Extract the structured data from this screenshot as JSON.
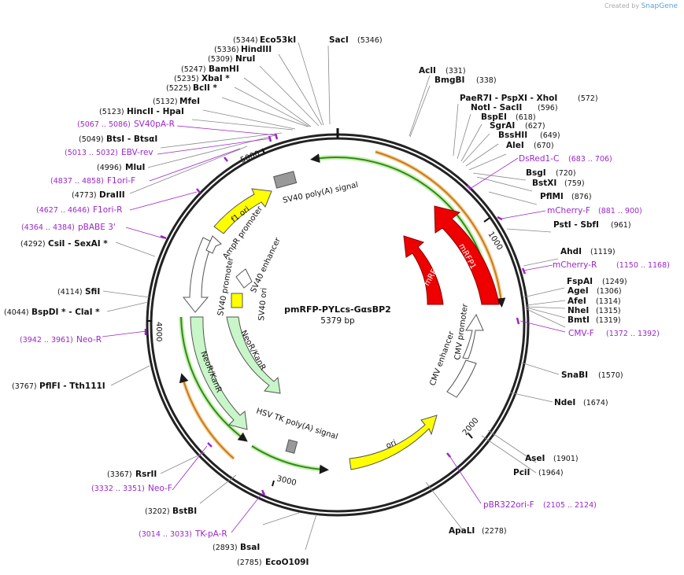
{
  "credit": {
    "prefix": "Created by",
    "brand": "SnapGene"
  },
  "plasmid": {
    "name": "pmRFP-PYLcs-GαsBP2",
    "length": "5379 bp"
  },
  "ticks": [
    "1000",
    "2000",
    "3000",
    "4000",
    "5000"
  ],
  "features": [
    "mRFP1",
    "mRFP1",
    "CMV enhancer",
    "CMV promoter",
    "ori",
    "HSV TK poly(A) signal",
    "NeoR/KanR",
    "NeoR/KanR",
    "SV40 promoter",
    "SV40 enhancer",
    "SV40 ori",
    "AmpR promoter",
    "f1 ori",
    "SV40 poly(A) signal"
  ],
  "sites": [
    {
      "name": "Eco53kI",
      "pos": "(5344)"
    },
    {
      "name": "HindIII",
      "pos": "(5336)"
    },
    {
      "name": "NruI",
      "pos": "(5309)"
    },
    {
      "name": "BamHI",
      "pos": "(5247)"
    },
    {
      "name": "XbaI *",
      "pos": "(5235)"
    },
    {
      "name": "BclI *",
      "pos": "(5225)"
    },
    {
      "name": "MfeI",
      "pos": "(5132)"
    },
    {
      "name": "HincII  - HpaI",
      "pos": "(5123)"
    },
    {
      "name": "BtsI  - BtsαI",
      "pos": "(5049)"
    },
    {
      "name": "MluI",
      "pos": "(4996)"
    },
    {
      "name": "DraIII",
      "pos": "(4773)"
    },
    {
      "name": "CsiI  - SexAI *",
      "pos": "(4292)"
    },
    {
      "name": "SfiI",
      "pos": "(4114)"
    },
    {
      "name": "BspDI *  - ClaI *",
      "pos": "(4044)"
    },
    {
      "name": "PflFI  - Tth111I",
      "pos": "(3767)"
    },
    {
      "name": "RsrII",
      "pos": "(3367)"
    },
    {
      "name": "BstBI",
      "pos": "(3202)"
    },
    {
      "name": "BsaI",
      "pos": "(2893)"
    },
    {
      "name": "EcoO109I",
      "pos": "(2785)"
    },
    {
      "name": "SacI",
      "pos": "(5346)"
    },
    {
      "name": "AclI",
      "pos": "(331)"
    },
    {
      "name": "BmgBI",
      "pos": "(338)"
    },
    {
      "name": "PaeR7I  - PspXI  - XhoI",
      "pos": "(572)"
    },
    {
      "name": "NotI  - SacII",
      "pos": "(596)"
    },
    {
      "name": "BspEI",
      "pos": "(618)"
    },
    {
      "name": "SgrAI",
      "pos": "(627)"
    },
    {
      "name": "BssHII",
      "pos": "(649)"
    },
    {
      "name": "AleI",
      "pos": "(670)"
    },
    {
      "name": "BsgI",
      "pos": "(720)"
    },
    {
      "name": "BstXI",
      "pos": "(759)"
    },
    {
      "name": "PflMI",
      "pos": "(876)"
    },
    {
      "name": "PstI  - SbfI",
      "pos": "(961)"
    },
    {
      "name": "AhdI",
      "pos": "(1119)"
    },
    {
      "name": "FspAI",
      "pos": "(1249)"
    },
    {
      "name": "AgeI",
      "pos": "(1306)"
    },
    {
      "name": "AfeI",
      "pos": "(1314)"
    },
    {
      "name": "NheI",
      "pos": "(1315)"
    },
    {
      "name": "BmtI",
      "pos": "(1319)"
    },
    {
      "name": "SnaBI",
      "pos": "(1570)"
    },
    {
      "name": "NdeI",
      "pos": "(1674)"
    },
    {
      "name": "AseI",
      "pos": "(1901)"
    },
    {
      "name": "PciI",
      "pos": "(1964)"
    },
    {
      "name": "ApaLI",
      "pos": "(2278)"
    }
  ],
  "primers": [
    {
      "name": "SV40pA-R",
      "pos": "(5067 .. 5086)"
    },
    {
      "name": "EBV-rev",
      "pos": "(5013 .. 5032)"
    },
    {
      "name": "F1ori-F",
      "pos": "(4837 .. 4858)"
    },
    {
      "name": "F1ori-R",
      "pos": "(4627 .. 4646)"
    },
    {
      "name": "pBABE 3'",
      "pos": "(4364 .. 4384)"
    },
    {
      "name": "Neo-R",
      "pos": "(3942 .. 3961)"
    },
    {
      "name": "Neo-F",
      "pos": "(3332 .. 3351)"
    },
    {
      "name": "TK-pA-R",
      "pos": "(3014 .. 3033)"
    },
    {
      "name": "DsRed1-C",
      "pos": "(683 .. 706)"
    },
    {
      "name": "mCherry-F",
      "pos": "(881 .. 900)"
    },
    {
      "name": "mCherry-R",
      "pos": "(1150 .. 1168)"
    },
    {
      "name": "CMV-F",
      "pos": "(1372 .. 1392)"
    },
    {
      "name": "pBR322ori-F",
      "pos": "(2105 .. 2124)"
    }
  ]
}
